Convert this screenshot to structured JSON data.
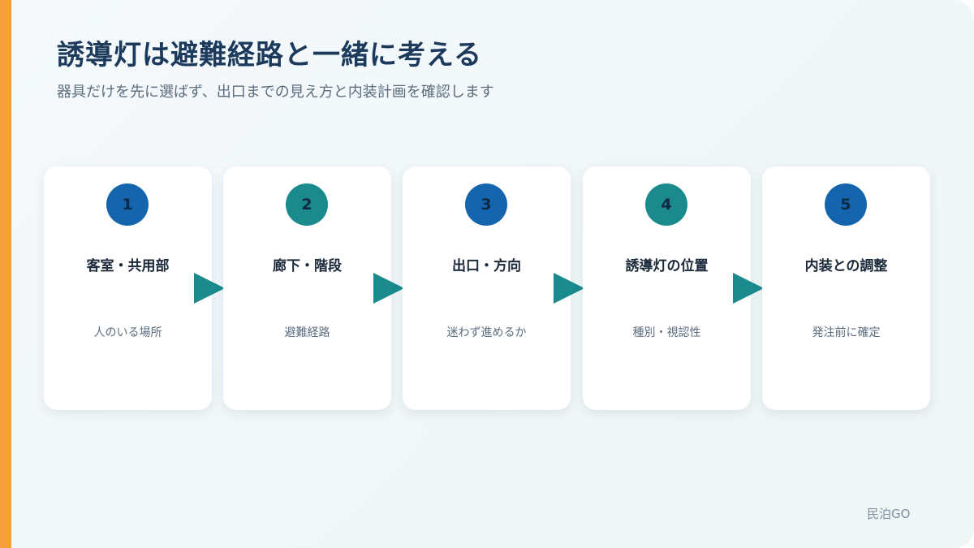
{
  "header": {
    "title": "誘導灯は避難経路と一緒に考える",
    "subtitle": "器具だけを先に選ばず、出口までの見え方と内装計画を確認します"
  },
  "steps": [
    {
      "number": "1",
      "title": "客室・共用部",
      "description": "人のいる場所",
      "color": "#1565ae"
    },
    {
      "number": "2",
      "title": "廊下・階段",
      "description": "避難経路",
      "color": "#1a8a8c"
    },
    {
      "number": "3",
      "title": "出口・方向",
      "description": "迷わず進めるか",
      "color": "#1565ae"
    },
    {
      "number": "4",
      "title": "誘導灯の位置",
      "description": "種別・視認性",
      "color": "#1a8a8c"
    },
    {
      "number": "5",
      "title": "内装との調整",
      "description": "発注前に確定",
      "color": "#1565ae"
    }
  ],
  "footer": {
    "brand": "民泊GO"
  },
  "colors": {
    "accent": "#f59e3c",
    "arrow": "#1a8a8c",
    "title": "#1b3a5c"
  }
}
